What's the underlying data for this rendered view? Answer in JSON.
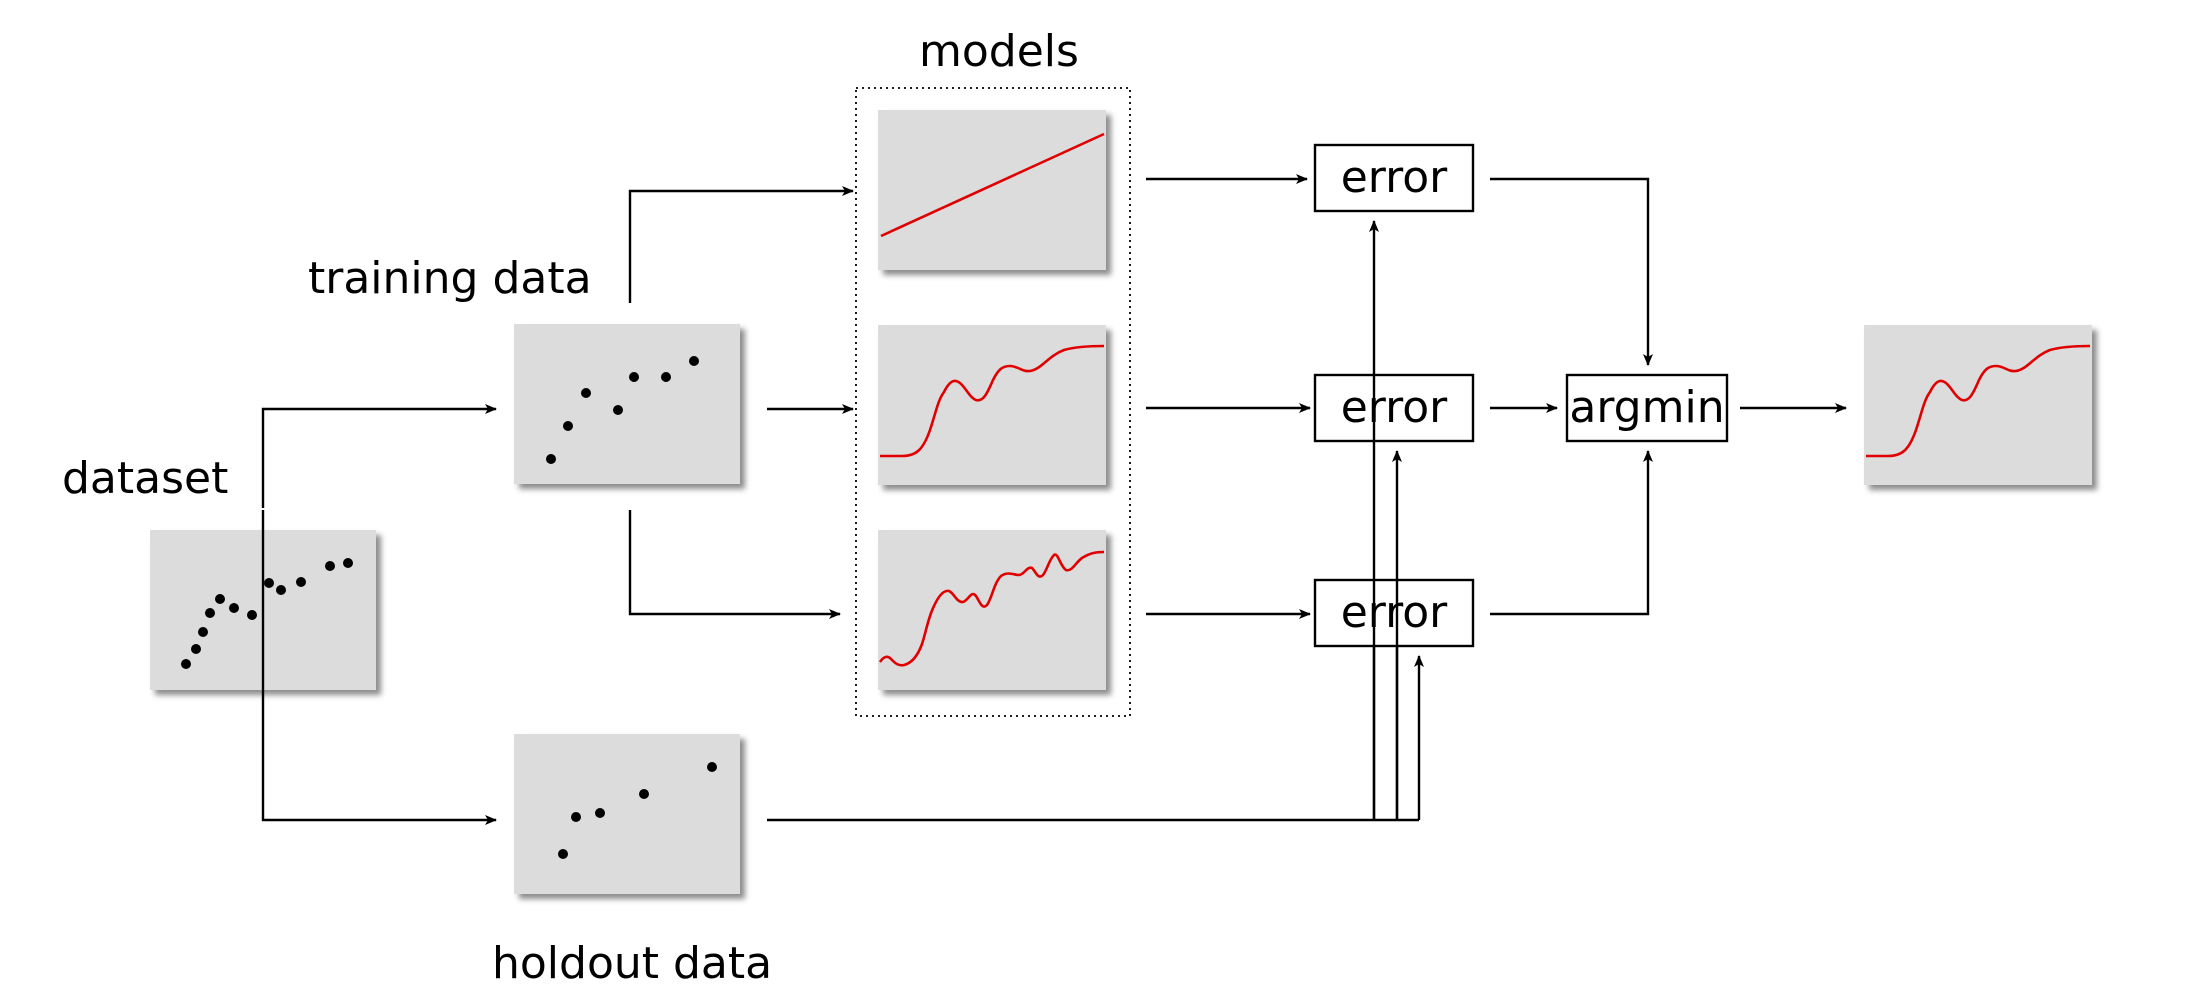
{
  "labels": {
    "dataset": "dataset",
    "training": "training data",
    "holdout": "holdout data",
    "models": "models"
  },
  "boxes": {
    "error_top": "error",
    "error_mid": "error",
    "error_bot": "error",
    "argmin": "argmin"
  },
  "colors": {
    "panel": "#dcdcdc",
    "curve": "#e00000",
    "line": "#000000"
  }
}
